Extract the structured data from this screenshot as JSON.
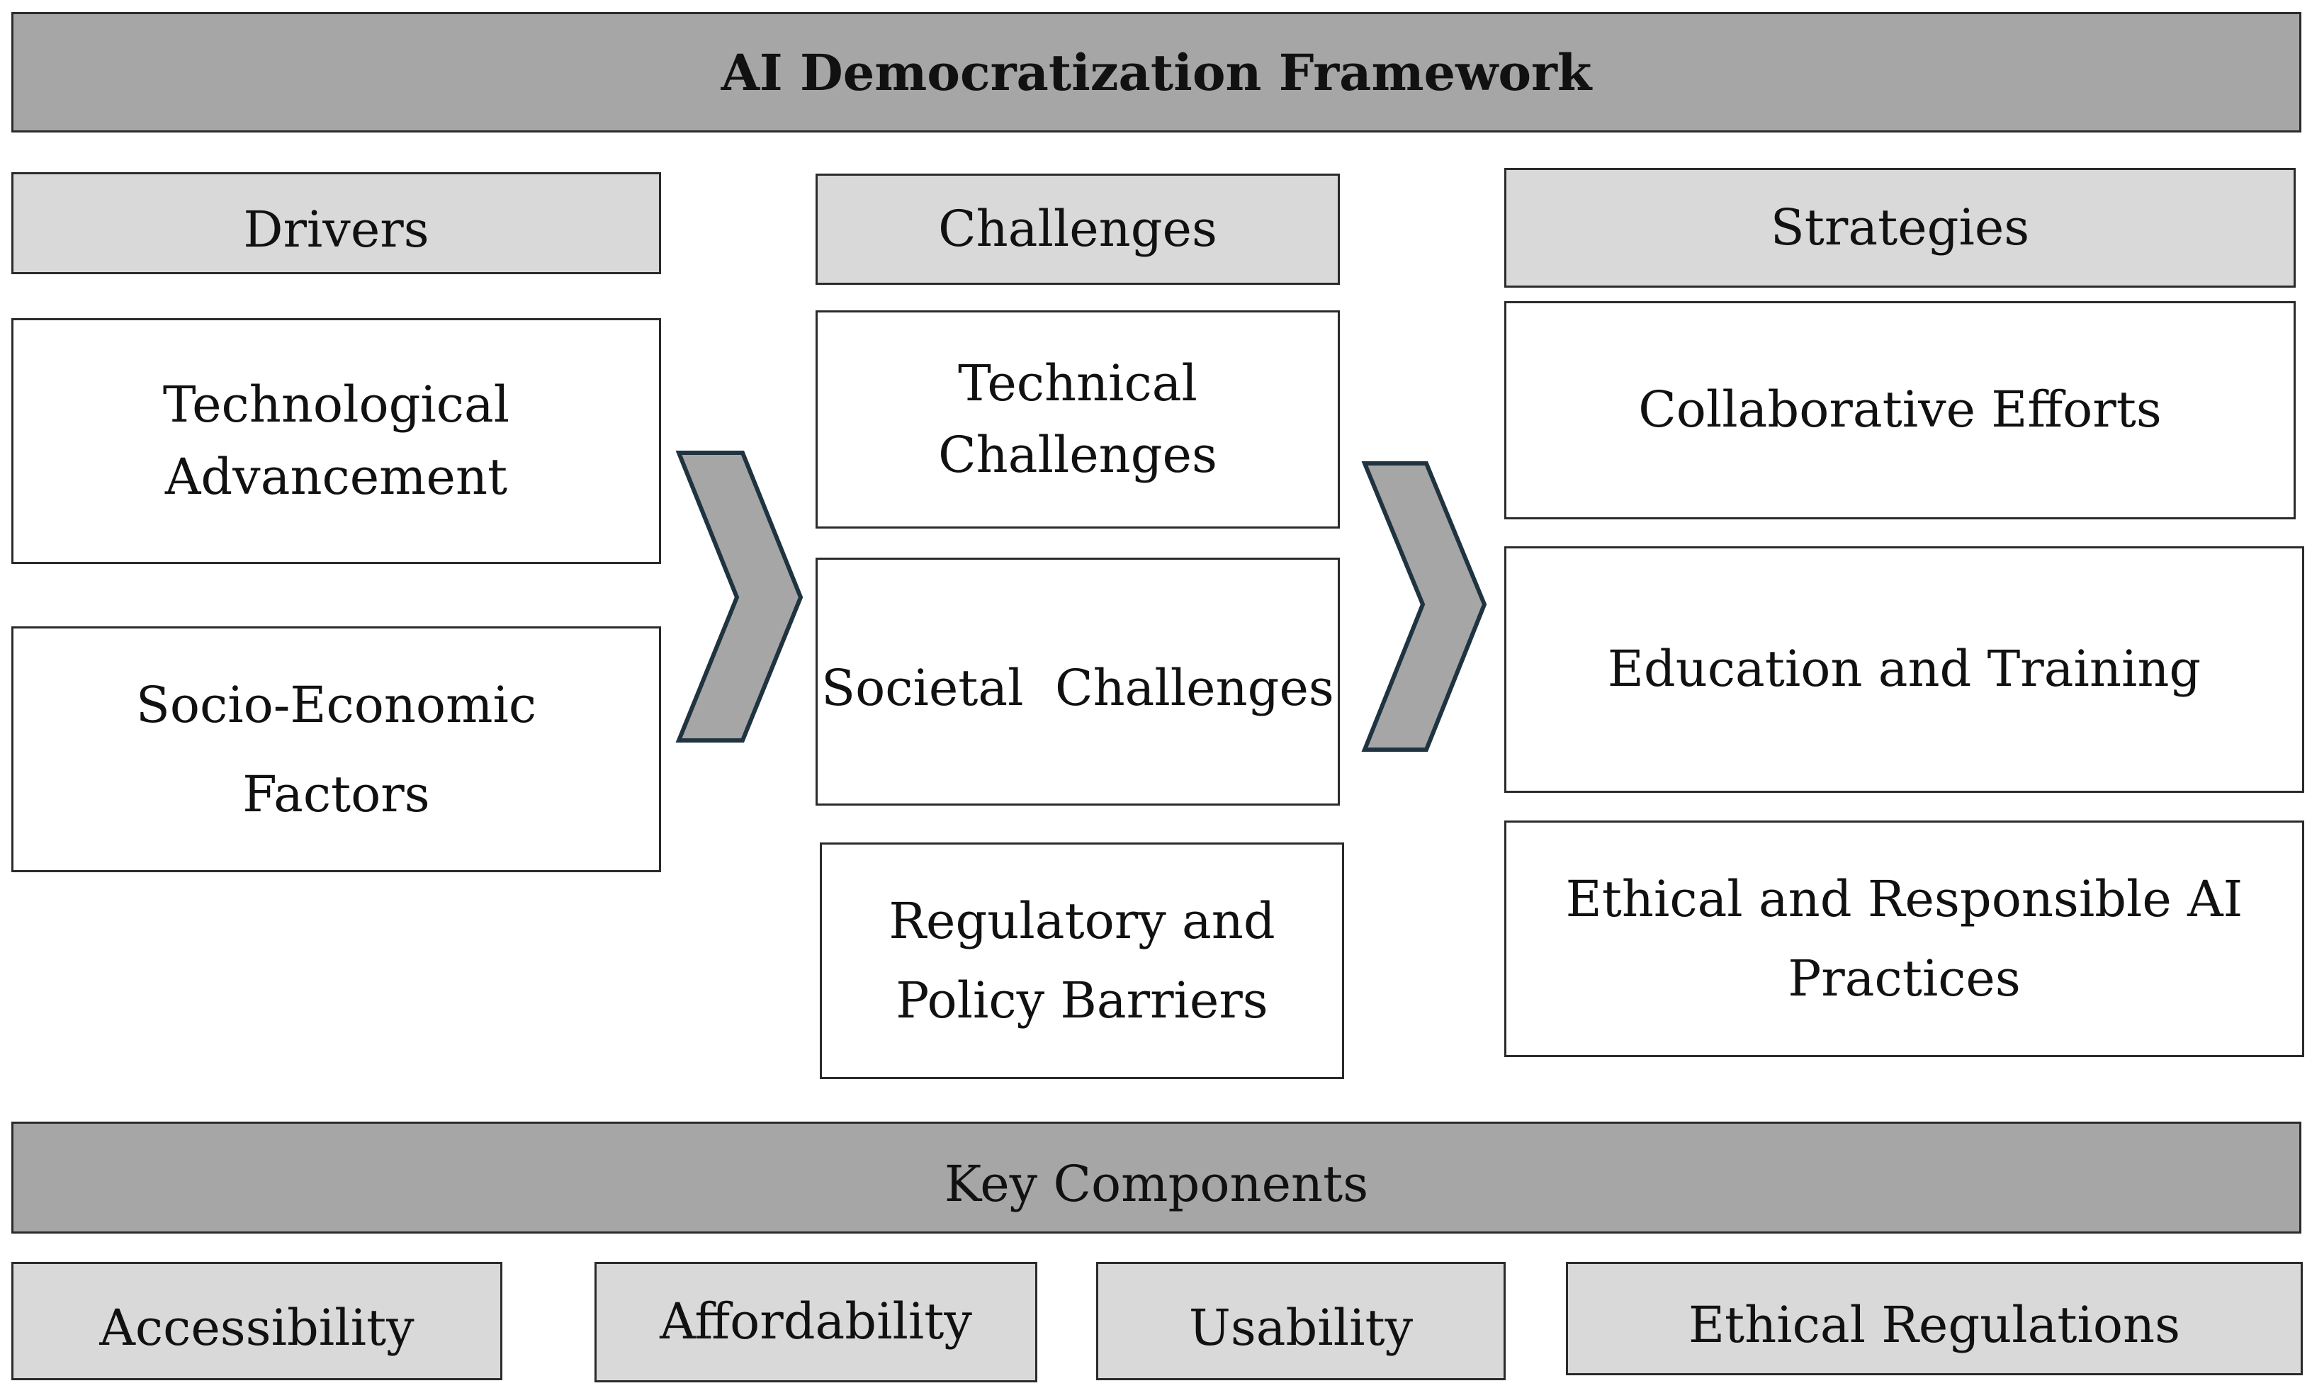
{
  "title": "AI Democratization Framework",
  "columns": {
    "drivers": {
      "header": "Drivers",
      "items": [
        {
          "line1": "Technological",
          "line2": "Advancement"
        },
        {
          "line1": "Socio-Economic",
          "line2": "Factors"
        }
      ]
    },
    "challenges": {
      "header": "Challenges",
      "items": [
        {
          "line1": "Technical",
          "line2": "Challenges"
        },
        {
          "line1": "Societal  Challenges"
        },
        {
          "line1": "Regulatory and",
          "line2": "Policy Barriers"
        }
      ]
    },
    "strategies": {
      "header": "Strategies",
      "items": [
        {
          "line1": "Collaborative Efforts"
        },
        {
          "line1": "Education and Training"
        },
        {
          "line1": "Ethical and Responsible AI",
          "line2": "Practices"
        }
      ]
    }
  },
  "key_components": {
    "header": "Key Components",
    "items": [
      "Accessibility",
      "Affordability",
      "Usability",
      "Ethical Regulations"
    ]
  },
  "colors": {
    "banner": "#a6a6a6",
    "header": "#d9d9d9",
    "chevron_fill": "#a6a6a6",
    "chevron_stroke": "#1f3340"
  }
}
